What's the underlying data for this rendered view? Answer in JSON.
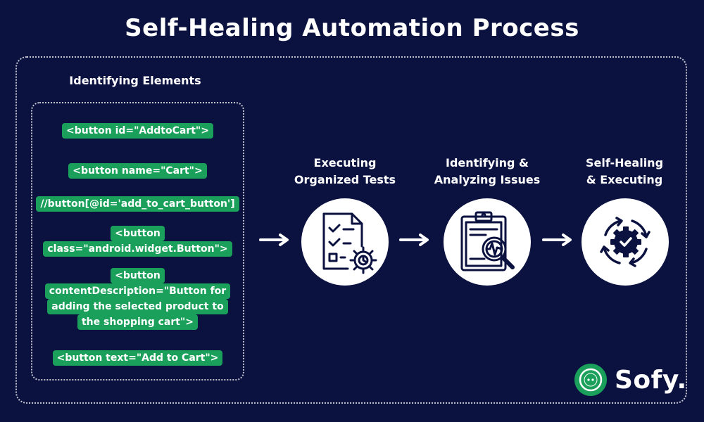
{
  "title": "Self-Healing Automation Process",
  "identifying": {
    "label": "Identifying Elements",
    "chips": [
      [
        "<button id=\"AddtoCart\">"
      ],
      [
        "<button name=\"Cart\">"
      ],
      [
        "//button[@id='add_to_cart_button']"
      ],
      [
        "<button",
        "class=\"android.widget.Button\">"
      ],
      [
        "<button",
        "contentDescription=\"Button for",
        "adding the selected product to",
        "the shopping cart\">"
      ],
      [
        "<button text=\"Add to Cart\">"
      ]
    ]
  },
  "steps": [
    {
      "line1": "Executing",
      "line2": "Organized Tests",
      "icon": "checklist-gear-icon"
    },
    {
      "line1": "Identifying &",
      "line2": "Analyzing Issues",
      "icon": "clipboard-magnifier-icon"
    },
    {
      "line1": "Self-Healing",
      "line2": "& Executing",
      "icon": "gear-cycle-icon"
    }
  ],
  "logo": {
    "text": "Sofy."
  },
  "colors": {
    "background": "#0b1240",
    "chip": "#1aa05a",
    "icon": "#0b1240",
    "logo": "#1aa05a"
  }
}
